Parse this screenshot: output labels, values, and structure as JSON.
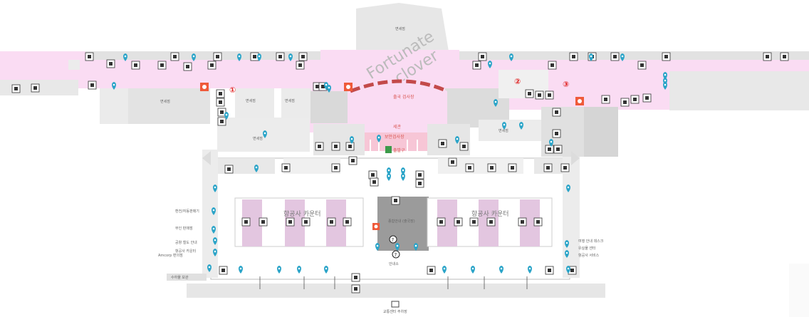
{
  "watermark": [
    "Fortunate",
    "clover"
  ],
  "zone_numbers": [
    "①",
    "②",
    "③"
  ],
  "labels": {
    "top_shop": "면세점",
    "duty_free_1": "면세점",
    "duty_free_2": "면세점",
    "duty_free_3": "면세점",
    "duty_free_4": "면세점",
    "duty_free_5": "면세점",
    "customs": "출국 검사장",
    "tax": "세관",
    "security_check": "보안검사장",
    "departure_gate": "출발구",
    "airline_counter_left": "항공사 카운터",
    "airline_counter_right": "항공사 카운터",
    "left_notes": [
      "환전/자동판매기",
      "무인 판매점",
      "공항 철도 안내",
      "항공사 카운터",
      "Amcorp 편의점"
    ],
    "right_notes": [
      "여행 안내 데스크",
      "유실물 센터",
      "항공사 서비스"
    ],
    "parking": "교통센터 주차장",
    "center_info": "종합안내 (출국장)",
    "info_bottom": "안내소",
    "baggage_bottom": "수하물 보관"
  },
  "colors": {
    "pink_zone": "#fadcf3",
    "pink_strip": "#f0d0e8",
    "shop_grey": "#e6e6e6",
    "pin": "#2aa4c8",
    "restaurant_red": "#ef5a3a",
    "counter_purple": "#e3c6e0",
    "security_pink": "#f7c6d6"
  },
  "icons": {
    "pin": "location-pin-icon",
    "restaurant": "restaurant-icon",
    "lift": "elevator-icon",
    "restroom": "restroom-icon",
    "wheelchair": "wheelchair-icon",
    "info": "info-icon"
  }
}
